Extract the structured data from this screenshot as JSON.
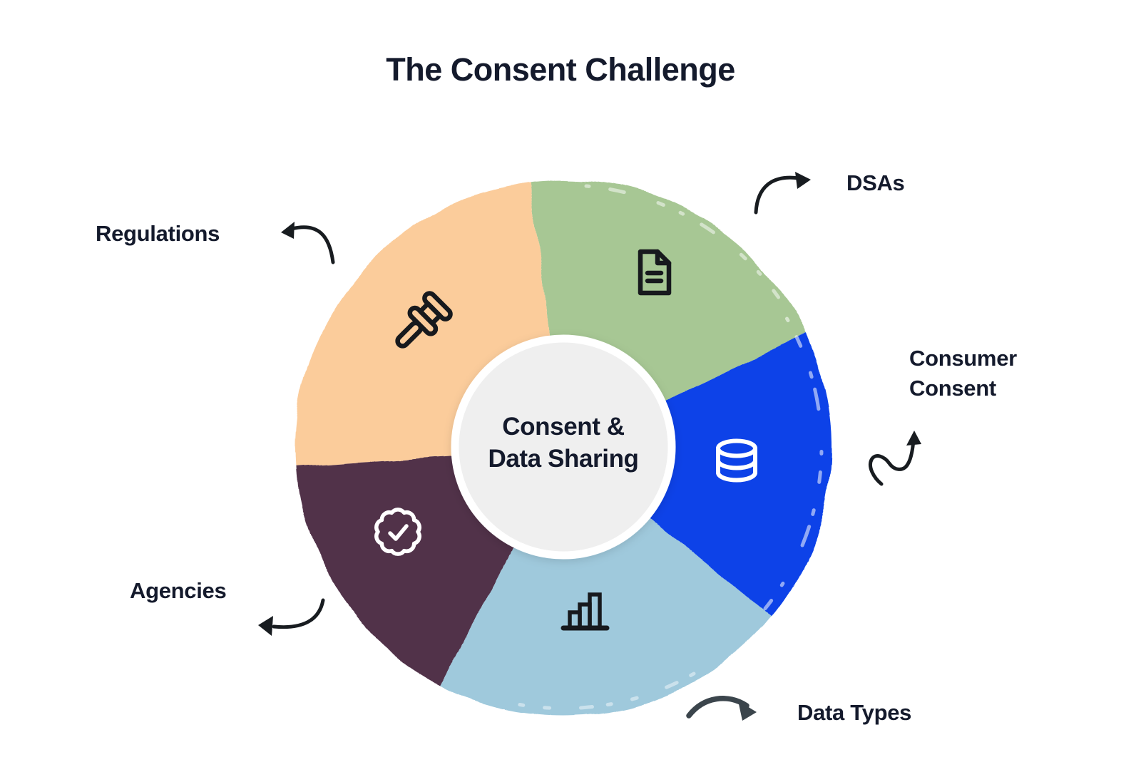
{
  "title": "The Consent Challenge",
  "center_label": {
    "line1": "Consent &",
    "line2": "Data Sharing"
  },
  "chart_data": {
    "type": "pie",
    "title": "The Consent Challenge",
    "center_text": "Consent & Data Sharing",
    "legend_position": "around-chart",
    "segments": [
      {
        "label": "Regulations",
        "color": "#fbcc9b",
        "icon": "gavel-icon",
        "approx_angle_deg": 87
      },
      {
        "label": "DSAs",
        "color": "#a7c794",
        "icon": "document-icon",
        "approx_angle_deg": 72
      },
      {
        "label": "Consumer Consent",
        "color": "#0843e8",
        "icon": "database-icon",
        "approx_angle_deg": 64
      },
      {
        "label": "Data Types",
        "color": "#9fc9dc",
        "icon": "bar-chart-icon",
        "approx_angle_deg": 78
      },
      {
        "label": "Agencies",
        "color": "#513049",
        "icon": "badge-check-icon",
        "approx_angle_deg": 59
      }
    ]
  },
  "labels": {
    "regulations": "Regulations",
    "dsas": "DSAs",
    "consumer_consent_line1": "Consumer",
    "consumer_consent_line2": "Consent",
    "data_types": "Data Types",
    "agencies": "Agencies"
  },
  "colors": {
    "background": "#ffffff",
    "text": "#141a2c",
    "segment_regulations": "#fbcc9b",
    "segment_dsas": "#a7c794",
    "segment_consumer_consent": "#0843e8",
    "segment_data_types": "#9fc9dc",
    "segment_agencies": "#513049",
    "center_fill": "#efefef",
    "center_ring": "#ffffff",
    "icon_dark": "#17191d",
    "icon_light": "#ffffff",
    "arrow_dark": "#181c20",
    "arrow_gray": "#3b454c"
  }
}
